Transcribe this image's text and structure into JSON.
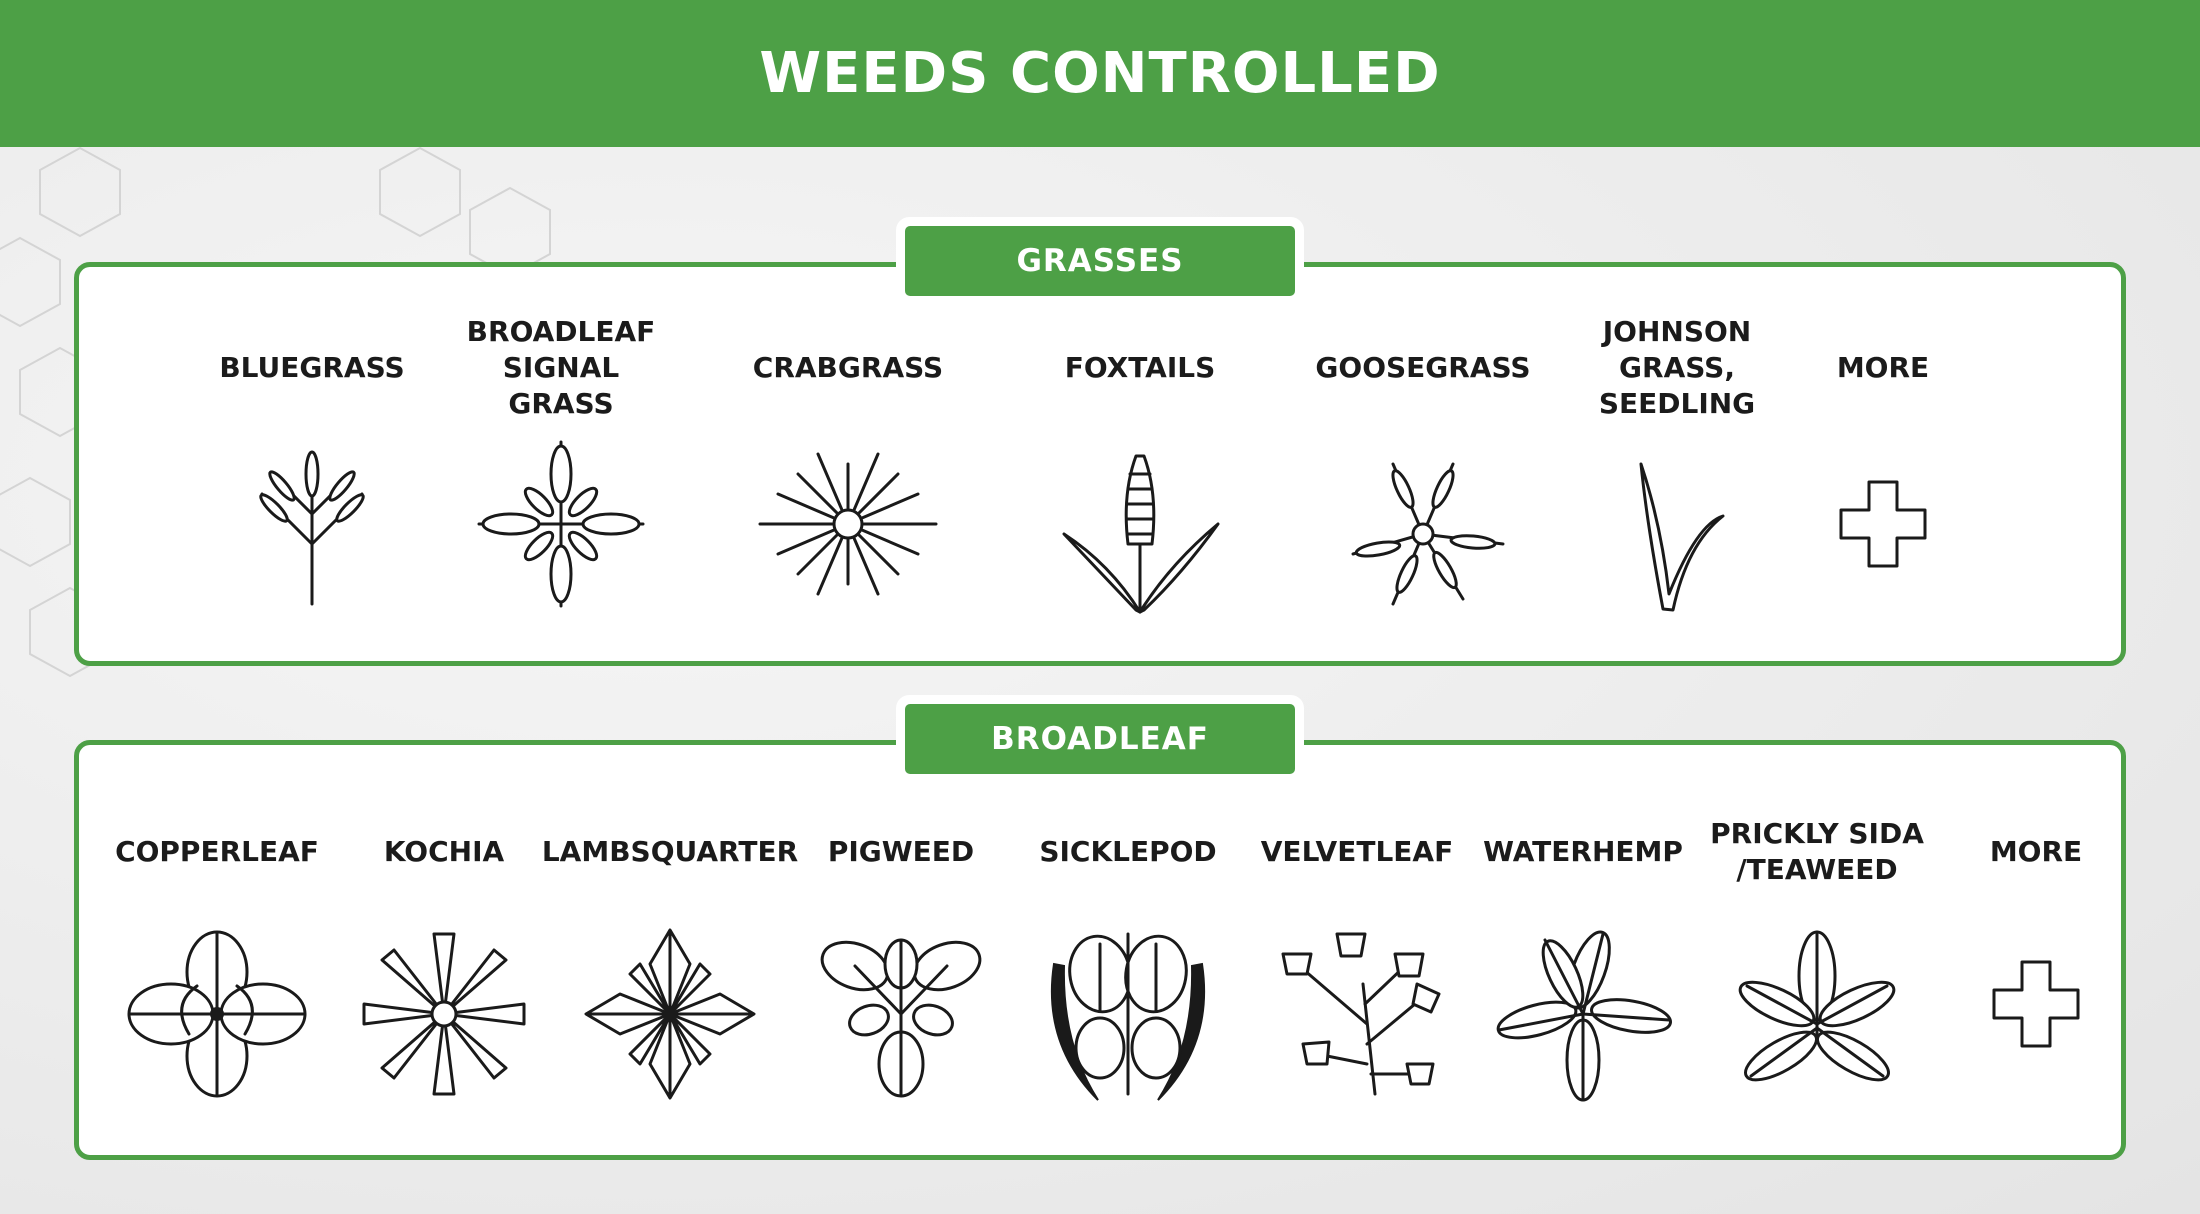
{
  "banner": {
    "title": "WEEDS CONTROLLED"
  },
  "grasses": {
    "header": "GRASSES",
    "items": [
      {
        "label": "BLUEGRASS",
        "icon": "bluegrass-icon"
      },
      {
        "label": "BROADLEAF\nSIGNAL\nGRASS",
        "icon": "broadleaf-signal-grass-icon"
      },
      {
        "label": "CRABGRASS",
        "icon": "crabgrass-icon"
      },
      {
        "label": "FOXTAILS",
        "icon": "foxtails-icon"
      },
      {
        "label": "GOOSEGRASS",
        "icon": "goosegrass-icon"
      },
      {
        "label": "JOHNSON\nGRASS,\nSEEDLING",
        "icon": "johnson-grass-icon"
      },
      {
        "label": "MORE",
        "icon": "plus-icon"
      }
    ]
  },
  "broadleaf": {
    "header": "BROADLEAF",
    "items": [
      {
        "label": "COPPERLEAF",
        "icon": "copperleaf-icon"
      },
      {
        "label": "KOCHIA",
        "icon": "kochia-icon"
      },
      {
        "label": "LAMBSQUARTER",
        "icon": "lambsquarter-icon"
      },
      {
        "label": "PIGWEED",
        "icon": "pigweed-icon"
      },
      {
        "label": "SICKLEPOD",
        "icon": "sicklepod-icon"
      },
      {
        "label": "VELVETLEAF",
        "icon": "velvetleaf-icon"
      },
      {
        "label": "WATERHEMP",
        "icon": "waterhemp-icon"
      },
      {
        "label": "PRICKLY SIDA\n/TEAWEED",
        "icon": "prickly-sida-icon"
      },
      {
        "label": "MORE",
        "icon": "plus-icon"
      }
    ]
  },
  "colors": {
    "brand_green": "#4da046",
    "ink": "#1a1a1a",
    "panel_bg": "#ffffff"
  }
}
